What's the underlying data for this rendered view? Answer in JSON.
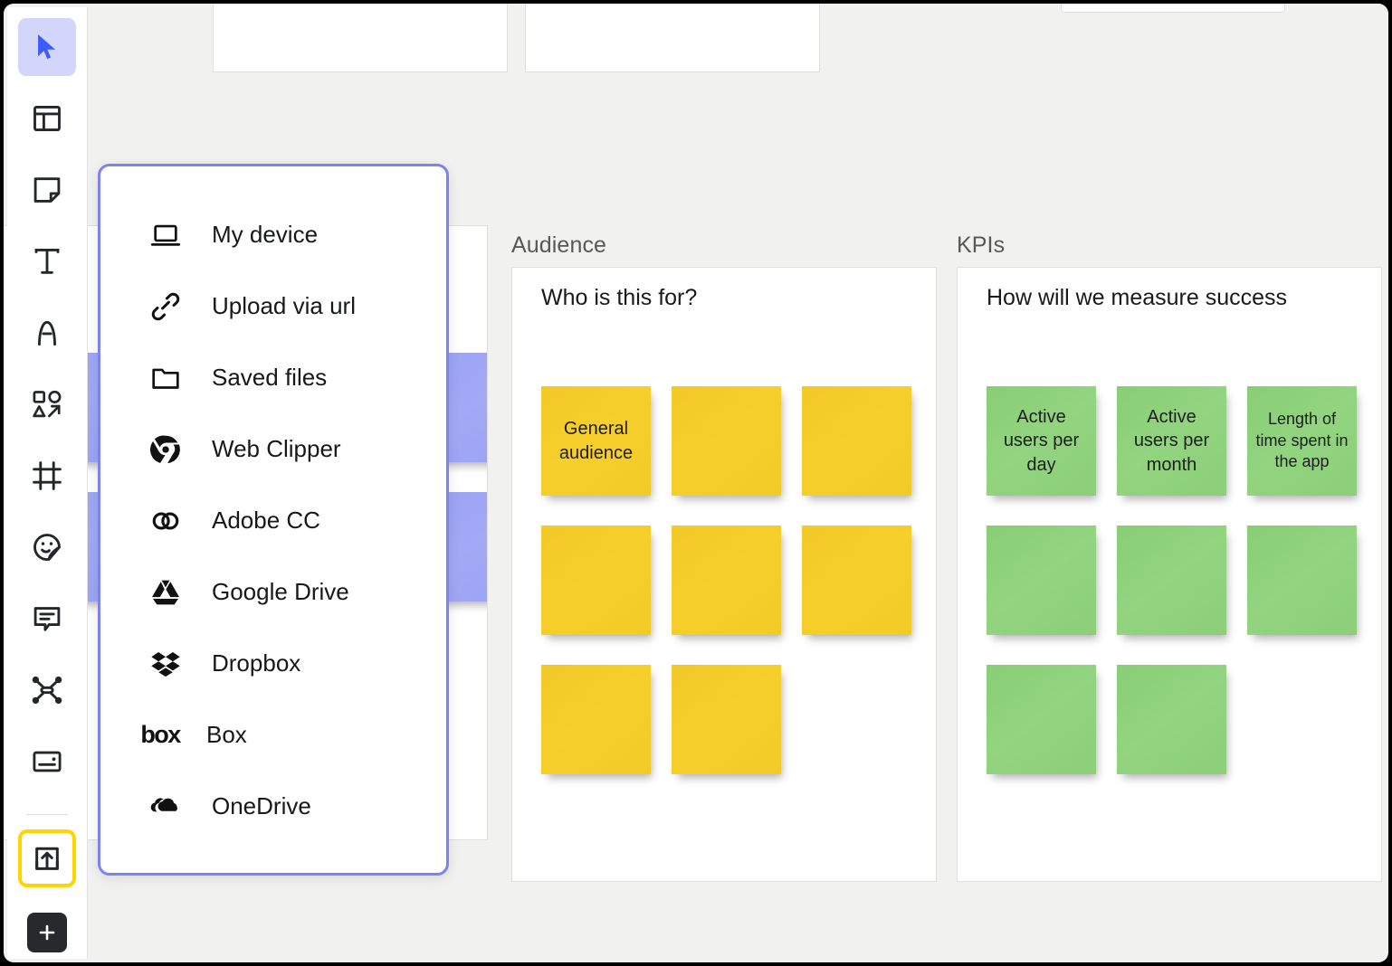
{
  "app": {
    "canvas_background": "#f1f1f0",
    "accent_blue": "#7b83f0",
    "highlight_yellow": "#ffd400"
  },
  "toolbar": {
    "items": [
      {
        "name": "select-tool",
        "icon": "cursor-arrow-icon",
        "state": "active"
      },
      {
        "name": "template-tool",
        "icon": "template-grid-icon",
        "state": "default"
      },
      {
        "name": "note-tool",
        "icon": "sticky-note-icon",
        "state": "default"
      },
      {
        "name": "text-tool",
        "icon": "text-t-icon",
        "state": "default"
      },
      {
        "name": "pen-tool",
        "icon": "pen-a-icon",
        "state": "default"
      },
      {
        "name": "shapes-tool",
        "icon": "shapes-arrow-icon",
        "state": "default"
      },
      {
        "name": "frame-tool",
        "icon": "frame-icon",
        "state": "default"
      },
      {
        "name": "sticker-tool",
        "icon": "emoji-sticker-icon",
        "state": "default"
      },
      {
        "name": "comment-tool",
        "icon": "comment-bubble-icon",
        "state": "default"
      },
      {
        "name": "connect-tool",
        "icon": "connector-nodes-icon",
        "state": "default"
      },
      {
        "name": "card-tool",
        "icon": "card-icon",
        "state": "default"
      },
      {
        "name": "upload-tool",
        "icon": "upload-box-arrow-icon",
        "state": "selected"
      },
      {
        "name": "add-more-tool",
        "icon": "plus-icon",
        "state": "dark"
      }
    ]
  },
  "upload_menu": {
    "items": [
      {
        "label": "My device",
        "icon": "laptop-icon"
      },
      {
        "label": "Upload via url",
        "icon": "link-chain-icon"
      },
      {
        "label": "Saved files",
        "icon": "folder-icon"
      },
      {
        "label": "Web Clipper",
        "icon": "chrome-icon"
      },
      {
        "label": "Adobe CC",
        "icon": "adobe-cc-icon"
      },
      {
        "label": "Google Drive",
        "icon": "google-drive-icon"
      },
      {
        "label": "Dropbox",
        "icon": "dropbox-icon"
      },
      {
        "label": "Box",
        "icon": "box-icon"
      },
      {
        "label": "OneDrive",
        "icon": "onedrive-cloud-icon"
      }
    ]
  },
  "board": {
    "sections": [
      {
        "label": "Audience",
        "panel_title": "Who is this for?",
        "note_color": "yellow",
        "notes": [
          "General audience",
          "",
          "",
          "",
          "",
          "",
          "",
          ""
        ]
      },
      {
        "label": "KPIs",
        "panel_title": "How will we measure success",
        "note_color": "green",
        "notes": [
          "Active users per day",
          "Active users per month",
          "Length of time spent in the app",
          "",
          "",
          "",
          "",
          ""
        ]
      }
    ],
    "hidden_section": {
      "note_color": "blue",
      "notes": [
        "",
        "",
        "",
        ""
      ]
    },
    "top_clipped_panels": [
      {
        "note_color": "blue",
        "notes": [
          "",
          ""
        ]
      },
      {
        "note_color": "yellow",
        "notes": [
          "",
          ""
        ]
      },
      {
        "note_color": "none",
        "notes": []
      }
    ]
  }
}
